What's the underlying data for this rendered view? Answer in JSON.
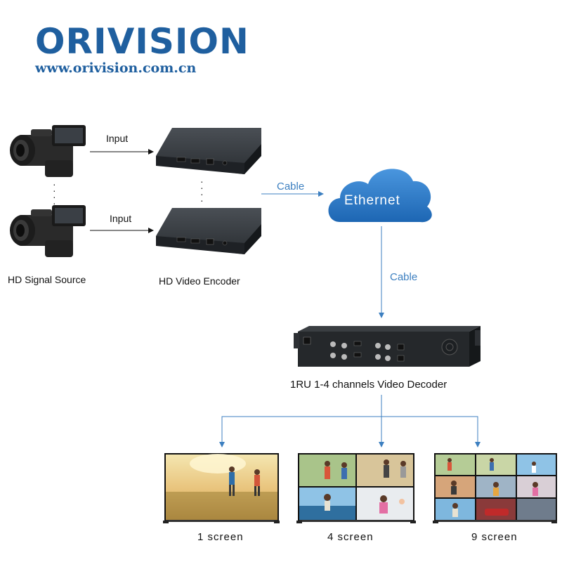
{
  "brand": {
    "logo": "ORIVISION",
    "url": "www.orivision.com.cn",
    "color": "#1f5f9f"
  },
  "labels": {
    "input_top": "Input",
    "input_bottom": "Input",
    "hd_signal_source": "HD Signal Source",
    "hd_video_encoder": "HD Video Encoder",
    "cable_right": "Cable",
    "cable_down": "Cable",
    "ethernet": "Ethernet",
    "decoder": "1RU 1-4 channels Video Decoder",
    "screen_1": "1 screen",
    "screen_4": "4 screen",
    "screen_9": "9 screen"
  },
  "colors": {
    "arrow_blue": "#3c7fc0",
    "cloud": "#2f7fcf",
    "device": "#2b2f33"
  },
  "icons": {
    "camera": "video-camera-icon",
    "encoder": "encoder-box-icon",
    "cloud": "cloud-icon",
    "decoder": "rack-decoder-icon",
    "tv": "tv-monitor-icon"
  }
}
